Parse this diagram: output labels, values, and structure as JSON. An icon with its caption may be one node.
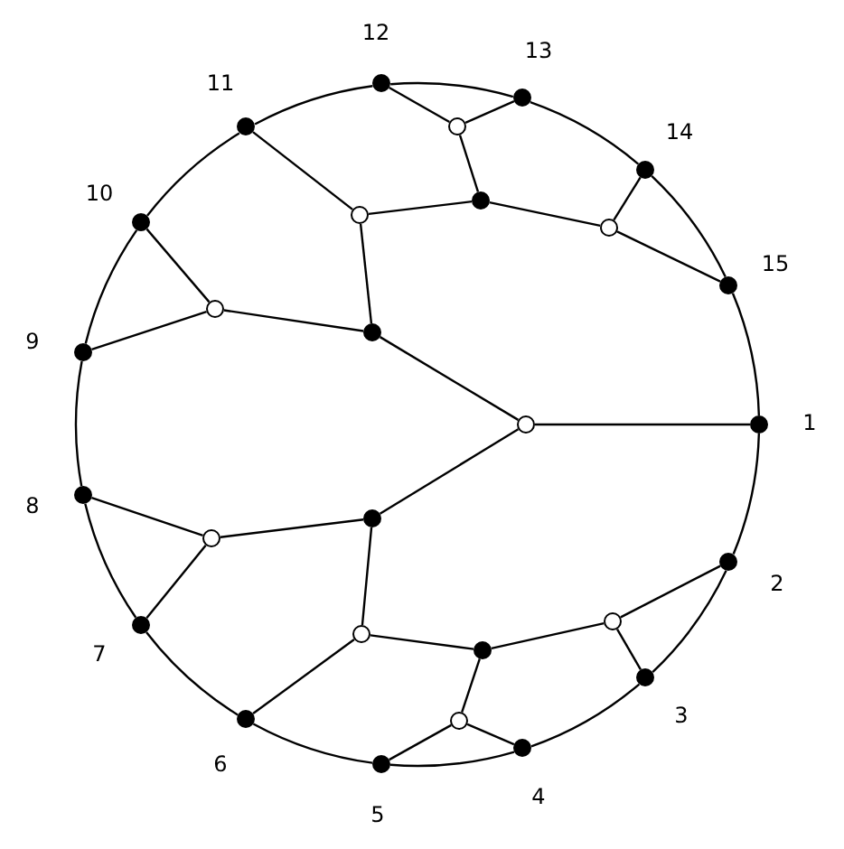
{
  "diagram": {
    "nodes": [
      {
        "text": [],
        "shape": "dot",
        "beside": [
          "1"
        ]
      },
      {
        "text": [],
        "shape": "dot",
        "beside": [
          "2"
        ]
      },
      {
        "text": [],
        "shape": "dot",
        "beside": [
          "3"
        ]
      },
      {
        "text": [],
        "shape": "dot",
        "beside": [
          "4"
        ]
      },
      {
        "text": [],
        "shape": "dot",
        "beside": [
          "5"
        ]
      },
      {
        "text": [],
        "shape": "dot",
        "beside": [
          "6"
        ]
      },
      {
        "text": [],
        "shape": "dot",
        "beside": [
          "7"
        ]
      },
      {
        "text": [],
        "shape": "dot",
        "beside": [
          "8"
        ]
      },
      {
        "text": [],
        "shape": "dot",
        "beside": [
          "9"
        ]
      },
      {
        "text": [],
        "shape": "dot",
        "beside": [
          "10"
        ]
      },
      {
        "text": [],
        "shape": "dot",
        "beside": [
          "11"
        ]
      },
      {
        "text": [],
        "shape": "dot",
        "beside": [
          "12"
        ]
      },
      {
        "text": [],
        "shape": "dot",
        "beside": [
          "13"
        ]
      },
      {
        "text": [],
        "shape": "dot",
        "beside": [
          "14"
        ]
      },
      {
        "text": [],
        "shape": "dot",
        "beside": [
          "15"
        ]
      },
      {
        "text": [],
        "shape": "circle"
      },
      {
        "text": [],
        "shape": "dot"
      },
      {
        "text": [],
        "shape": "dot"
      },
      {
        "text": [],
        "shape": "circle"
      },
      {
        "text": [],
        "shape": "circle"
      },
      {
        "text": [],
        "shape": "circle"
      },
      {
        "text": [],
        "shape": "circle"
      },
      {
        "text": [],
        "shape": "circle"
      },
      {
        "text": [],
        "shape": "dot"
      },
      {
        "text": [],
        "shape": "circle"
      },
      {
        "text": [],
        "shape": "circle"
      },
      {
        "text": [],
        "shape": "dot"
      },
      {
        "text": [],
        "shape": "circle"
      }
    ],
    "edges": [
      {
        "from": 0,
        "to": 1,
        "arrow": "none"
      },
      {
        "from": 1,
        "to": 2,
        "arrow": "none"
      },
      {
        "from": 2,
        "to": 3,
        "arrow": "none"
      },
      {
        "from": 3,
        "to": 4,
        "arrow": "none"
      },
      {
        "from": 4,
        "to": 5,
        "arrow": "none"
      },
      {
        "from": 5,
        "to": 6,
        "arrow": "none"
      },
      {
        "from": 6,
        "to": 7,
        "arrow": "none"
      },
      {
        "from": 7,
        "to": 8,
        "arrow": "none"
      },
      {
        "from": 8,
        "to": 9,
        "arrow": "none"
      },
      {
        "from": 9,
        "to": 10,
        "arrow": "none"
      },
      {
        "from": 10,
        "to": 11,
        "arrow": "none"
      },
      {
        "from": 11,
        "to": 12,
        "arrow": "none"
      },
      {
        "from": 12,
        "to": 13,
        "arrow": "none"
      },
      {
        "from": 13,
        "to": 14,
        "arrow": "none"
      },
      {
        "from": 14,
        "to": 0,
        "arrow": "none"
      },
      {
        "from": 15,
        "to": 0,
        "arrow": "none"
      },
      {
        "from": 15,
        "to": 16,
        "arrow": "none"
      },
      {
        "from": 15,
        "to": 17,
        "arrow": "none"
      },
      {
        "from": 16,
        "to": 18,
        "arrow": "none"
      },
      {
        "from": 16,
        "to": 19,
        "arrow": "none"
      },
      {
        "from": 18,
        "to": 8,
        "arrow": "none"
      },
      {
        "from": 18,
        "to": 9,
        "arrow": "none"
      },
      {
        "from": 19,
        "to": 10,
        "arrow": "none"
      },
      {
        "from": 19,
        "to": 23,
        "arrow": "none"
      },
      {
        "from": 23,
        "to": 22,
        "arrow": "none"
      },
      {
        "from": 23,
        "to": 24,
        "arrow": "none"
      },
      {
        "from": 22,
        "to": 11,
        "arrow": "none"
      },
      {
        "from": 22,
        "to": 12,
        "arrow": "none"
      },
      {
        "from": 24,
        "to": 13,
        "arrow": "none"
      },
      {
        "from": 24,
        "to": 14,
        "arrow": "none"
      },
      {
        "from": 17,
        "to": 20,
        "arrow": "none"
      },
      {
        "from": 17,
        "to": 21,
        "arrow": "none"
      },
      {
        "from": 20,
        "to": 7,
        "arrow": "none"
      },
      {
        "from": 20,
        "to": 6,
        "arrow": "none"
      },
      {
        "from": 21,
        "to": 5,
        "arrow": "none"
      },
      {
        "from": 21,
        "to": 26,
        "arrow": "none"
      },
      {
        "from": 26,
        "to": 25,
        "arrow": "none"
      },
      {
        "from": 26,
        "to": 27,
        "arrow": "none"
      },
      {
        "from": 27,
        "to": 4,
        "arrow": "none"
      },
      {
        "from": 27,
        "to": 3,
        "arrow": "none"
      },
      {
        "from": 25,
        "to": 1,
        "arrow": "none"
      },
      {
        "from": 25,
        "to": 2,
        "arrow": "none"
      }
    ]
  }
}
